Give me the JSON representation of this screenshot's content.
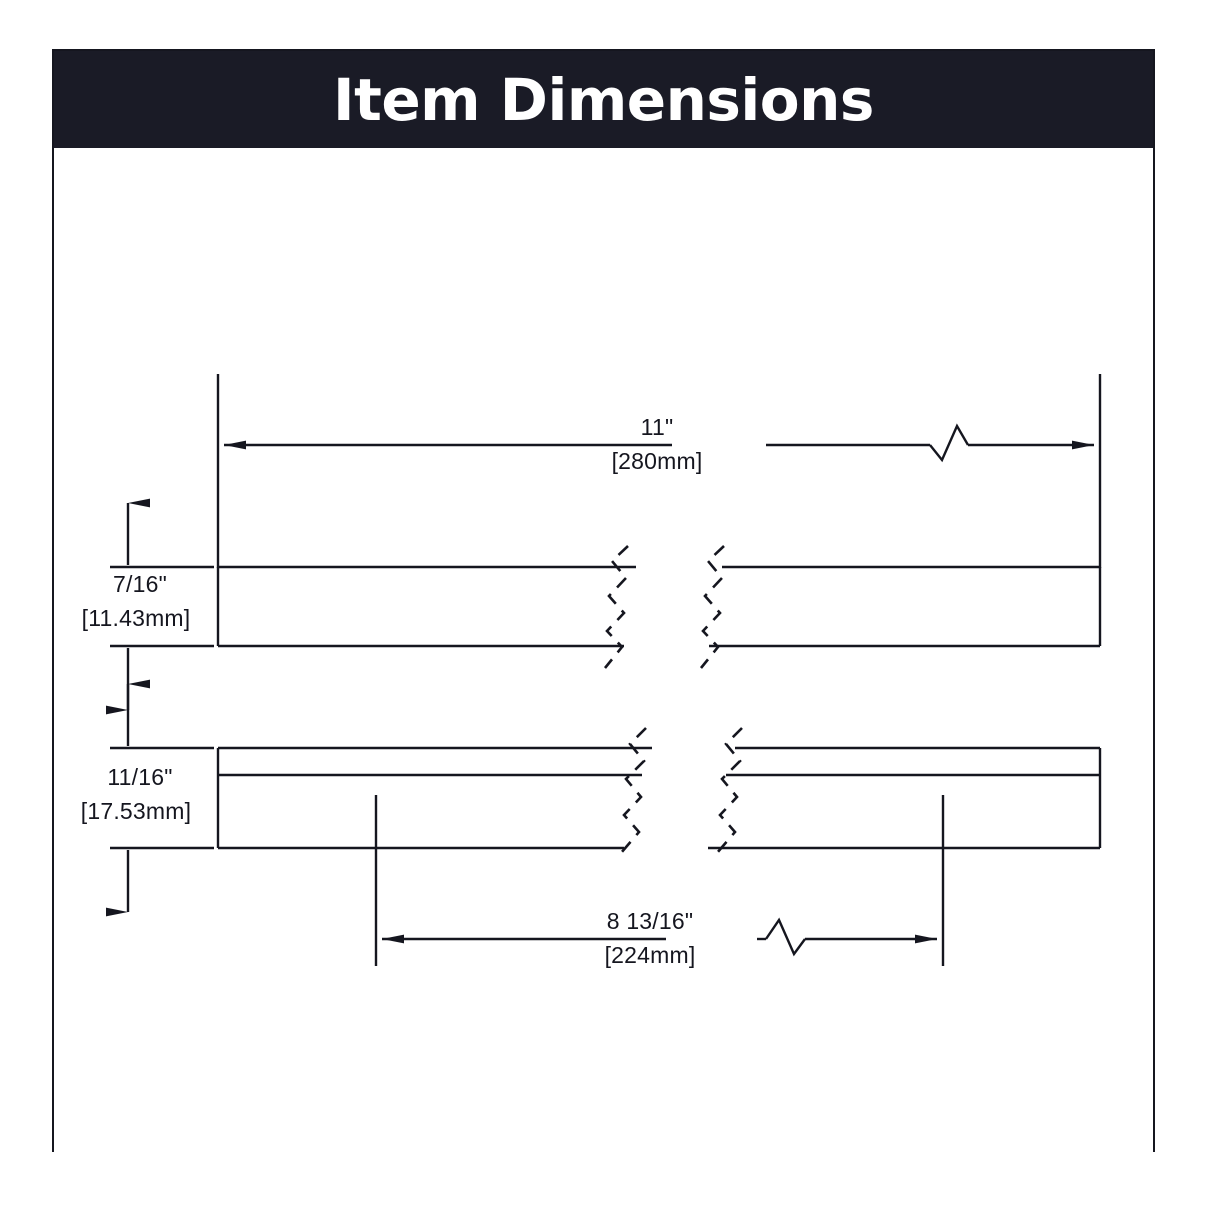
{
  "header": {
    "title": "Item Dimensions",
    "background_color": "#1a1b26",
    "text_color": "#ffffff"
  },
  "frame": {
    "border_color": "#15161f",
    "background_color": "#ffffff"
  },
  "drawing": {
    "line_color": "#15161f",
    "type": "technical-dimension-drawing",
    "description": "Two profile views of a bar pull handle with break symbols"
  },
  "dimensions": {
    "overall_length": {
      "name": "overall-length",
      "imperial": "11\"",
      "metric": "[280mm]",
      "orientation": "horizontal",
      "position": "top"
    },
    "projection_height": {
      "name": "projection-height",
      "imperial": "7/16\"",
      "metric": "[11.43mm]",
      "orientation": "vertical",
      "position": "left-upper"
    },
    "bar_height": {
      "name": "bar-height",
      "imperial": "11/16\"",
      "metric": "[17.53mm]",
      "orientation": "vertical",
      "position": "left-lower"
    },
    "center_to_center": {
      "name": "center-to-center",
      "imperial": "8 13/16\"",
      "metric": "[224mm]",
      "orientation": "horizontal",
      "position": "bottom"
    }
  }
}
